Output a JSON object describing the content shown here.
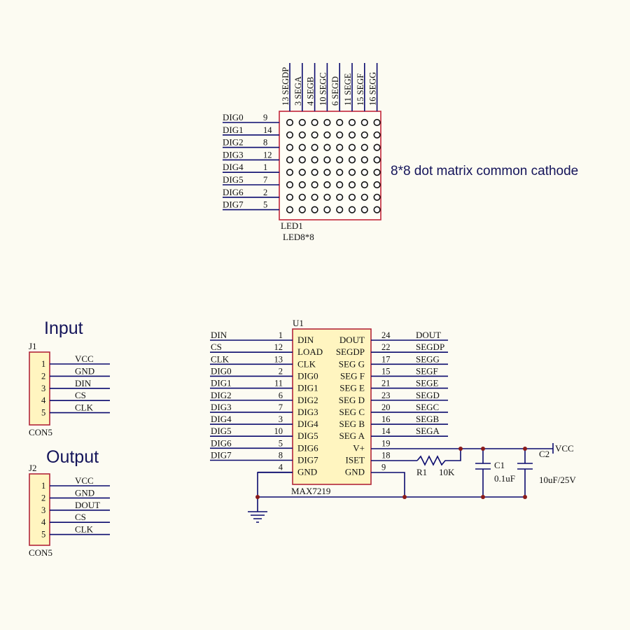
{
  "led": {
    "ref": "LED1",
    "value": "LED8*8",
    "caption": "8*8 dot matrix common cathode",
    "rows": [
      {
        "name": "DIG0",
        "pin": "9"
      },
      {
        "name": "DIG1",
        "pin": "14"
      },
      {
        "name": "DIG2",
        "pin": "8"
      },
      {
        "name": "DIG3",
        "pin": "12"
      },
      {
        "name": "DIG4",
        "pin": "1"
      },
      {
        "name": "DIG5",
        "pin": "7"
      },
      {
        "name": "DIG6",
        "pin": "2"
      },
      {
        "name": "DIG7",
        "pin": "5"
      }
    ],
    "cols": [
      "13 SEGDP",
      "3 SEGA",
      "4 SEGB",
      "10 SEGC",
      "6 SEGD",
      "11 SEGE",
      "15 SEGF",
      "16 SEGG"
    ]
  },
  "input": {
    "title": "Input",
    "ref": "J1",
    "type": "CON5",
    "pins": [
      {
        "num": "1",
        "net": "VCC"
      },
      {
        "num": "2",
        "net": "GND"
      },
      {
        "num": "3",
        "net": "DIN"
      },
      {
        "num": "4",
        "net": "CS"
      },
      {
        "num": "5",
        "net": "CLK"
      }
    ]
  },
  "output": {
    "title": "Output",
    "ref": "J2",
    "type": "CON5",
    "pins": [
      {
        "num": "1",
        "net": "VCC"
      },
      {
        "num": "2",
        "net": "GND"
      },
      {
        "num": "3",
        "net": "DOUT"
      },
      {
        "num": "4",
        "net": "CS"
      },
      {
        "num": "5",
        "net": "CLK"
      }
    ]
  },
  "ic": {
    "ref": "U1",
    "part": "MAX7219",
    "left": [
      {
        "net": "DIN",
        "pin": "1",
        "name": "DIN"
      },
      {
        "net": "CS",
        "pin": "12",
        "name": "LOAD"
      },
      {
        "net": "CLK",
        "pin": "13",
        "name": "CLK"
      },
      {
        "net": "DIG0",
        "pin": "2",
        "name": "DIG0"
      },
      {
        "net": "DIG1",
        "pin": "11",
        "name": "DIG1"
      },
      {
        "net": "DIG2",
        "pin": "6",
        "name": "DIG2"
      },
      {
        "net": "DIG3",
        "pin": "7",
        "name": "DIG3"
      },
      {
        "net": "DIG4",
        "pin": "3",
        "name": "DIG4"
      },
      {
        "net": "DIG5",
        "pin": "10",
        "name": "DIG5"
      },
      {
        "net": "DIG6",
        "pin": "5",
        "name": "DIG6"
      },
      {
        "net": "DIG7",
        "pin": "8",
        "name": "DIG7"
      },
      {
        "net": "",
        "pin": "4",
        "name": "GND"
      }
    ],
    "right": [
      {
        "net": "DOUT",
        "pin": "24",
        "name": "DOUT"
      },
      {
        "net": "SEGDP",
        "pin": "22",
        "name": "SEGDP"
      },
      {
        "net": "SEGG",
        "pin": "17",
        "name": "SEG G"
      },
      {
        "net": "SEGF",
        "pin": "15",
        "name": "SEG F"
      },
      {
        "net": "SEGE",
        "pin": "21",
        "name": "SEG E"
      },
      {
        "net": "SEGD",
        "pin": "23",
        "name": "SEG D"
      },
      {
        "net": "SEGC",
        "pin": "20",
        "name": "SEG C"
      },
      {
        "net": "SEGB",
        "pin": "16",
        "name": "SEG B"
      },
      {
        "net": "SEGA",
        "pin": "14",
        "name": "SEG A"
      },
      {
        "net": "",
        "pin": "19",
        "name": "V+"
      },
      {
        "net": "",
        "pin": "18",
        "name": "ISET"
      },
      {
        "net": "",
        "pin": "9",
        "name": "GND"
      }
    ]
  },
  "passives": {
    "r1_ref": "R1",
    "r1_value": "10K",
    "c1_ref": "C1",
    "c1_value": "0.1uF",
    "c2_ref": "C2",
    "c2_value": "10uF/25V",
    "vcc": "VCC"
  },
  "colors": {
    "wire": "#0a0a6e",
    "body_outline": "#b2263a",
    "ic_fill": "#fff5c0",
    "junction": "#8a1a1a",
    "background": "#fcfbf2"
  }
}
